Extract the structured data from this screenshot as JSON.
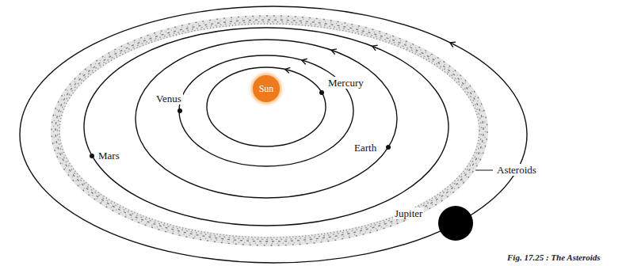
{
  "diagram": {
    "caption": "Fig. 17.25 : The Asteroids",
    "nodes": [
      {
        "text": [
          "Sun"
        ]
      }
    ],
    "labels": [
      "Venus",
      "Mercury",
      "Earth",
      "Mars",
      "Asteroids",
      "Jupiter"
    ]
  }
}
